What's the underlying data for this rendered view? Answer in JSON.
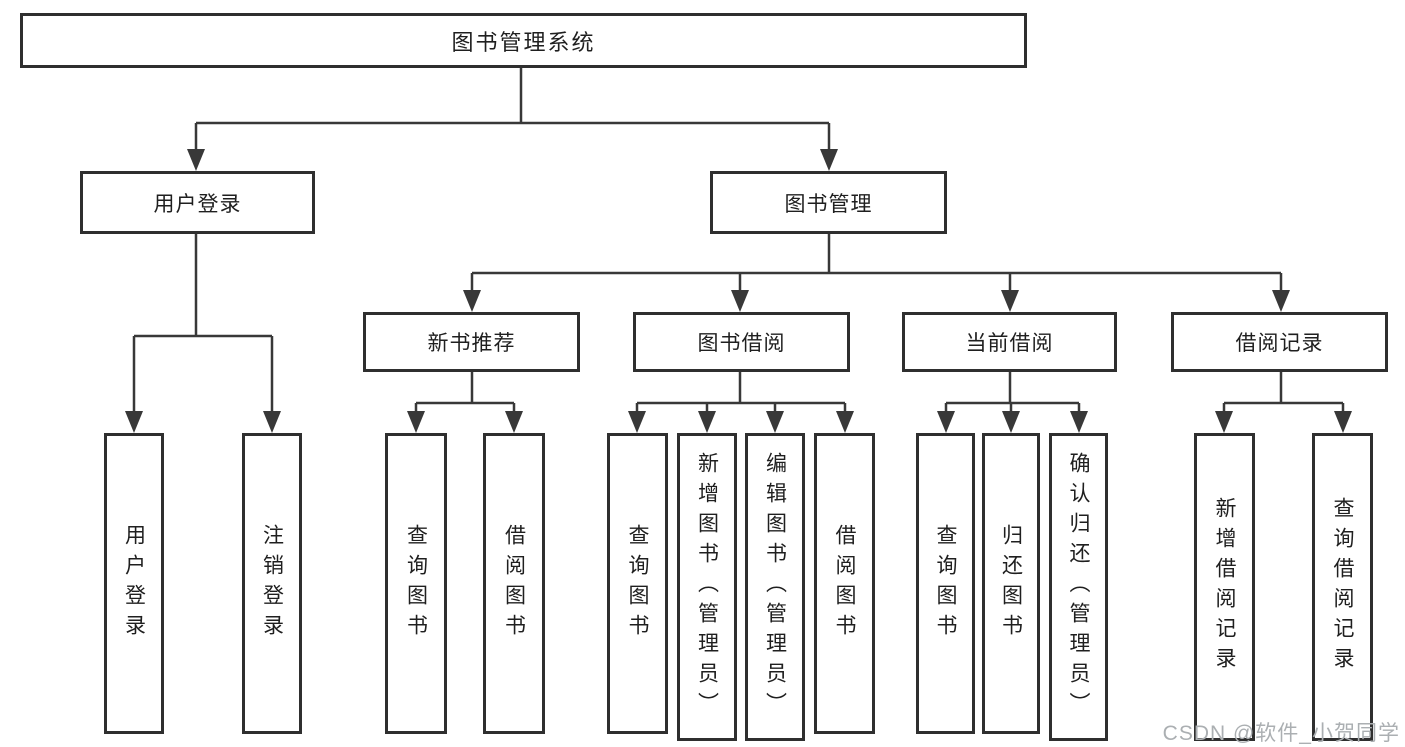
{
  "tree": {
    "root": "图书管理系统",
    "level2": [
      {
        "label": "用户登录",
        "children": [
          "用户登录",
          "注销登录"
        ]
      },
      {
        "label": "图书管理",
        "children": [
          {
            "label": "新书推荐",
            "children": [
              "查询图书",
              "借阅图书"
            ]
          },
          {
            "label": "图书借阅",
            "children": [
              "查询图书",
              "新增图书（管理员）",
              "编辑图书（管理员）",
              "借阅图书"
            ]
          },
          {
            "label": "当前借阅",
            "children": [
              "查询图书",
              "归还图书",
              "确认归还（管理员）"
            ]
          },
          {
            "label": "借阅记录",
            "children": [
              "新增借阅记录",
              "查询借阅记录"
            ]
          }
        ]
      }
    ]
  },
  "watermark": "CSDN @软件_小贺同学",
  "colors": {
    "line": "#383838",
    "box_border": "#2f2f2f",
    "background": "#ffffff",
    "text": "#1f1f1f",
    "watermark": "#abafb2"
  }
}
